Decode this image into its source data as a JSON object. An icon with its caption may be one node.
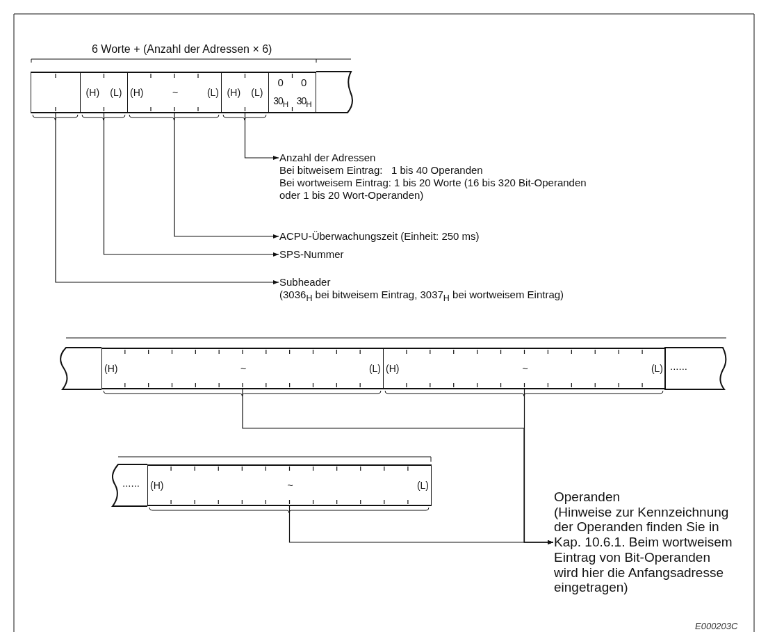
{
  "diagram": {
    "nodes": [
      {
        "text": [],
        "shape": "box"
      },
      {
        "text": [
          "(H)",
          "(L)"
        ]
      },
      {
        "text": [
          "(H)",
          "~",
          "(L)"
        ]
      },
      {
        "text": [
          "(H)",
          "(L)"
        ]
      },
      {
        "text": [
          "0",
          "0",
          "30$_{H}$",
          "30$_{H}$"
        ]
      },
      {
        "text": [
          "Anzahl der Adressen",
          "Bei bitweisem Eintrag:   1 bis 40 Operanden",
          "Bei wortweisem Eintrag: 1 bis 20 Worte (16 bis 320 Bit-Operanden oder 1 bis 20 Wort-Operanden)"
        ]
      },
      {
        "text": [
          "ACPU-Überwachungszeit (Einheit: 250 ms)"
        ]
      },
      {
        "text": [
          "SPS-Nummer"
        ]
      },
      {
        "text": [
          "Subheader",
          "(3036$_{H}$ bei bitweisem Eintrag, 3037$_{H}$ bei wortweisem Eintrag)"
        ]
      },
      {
        "text": [
          "(H)",
          "~",
          "(L)"
        ]
      },
      {
        "text": [
          "(H)",
          "~",
          "(L)"
        ]
      },
      {
        "text": [
          "(H)",
          "~",
          "(L)"
        ]
      },
      {
        "text": [
          "Operanden",
          "(Hinweise zur Kennzeichnung der Operanden finden Sie in Kap. 10.6.1. Beim wortweisem Eintrag von Bit-Operanden wird hier die Anfangsadresse eingetragen)"
        ]
      }
    ],
    "edges": [
      {
        "from": 3,
        "to": 5,
        "arrow": "to"
      },
      {
        "from": 2,
        "to": 6,
        "arrow": "to"
      },
      {
        "from": 1,
        "to": 7,
        "arrow": "to"
      },
      {
        "from": 0,
        "to": 8,
        "arrow": "to"
      },
      {
        "from": 9,
        "to": 12,
        "arrow": "to"
      },
      {
        "from": 10,
        "to": 12,
        "arrow": "to"
      },
      {
        "from": 11,
        "to": 12,
        "arrow": "to"
      }
    ],
    "labels": [
      "6 Worte + (Anzahl der Adressen × 6)",
      "......",
      "......",
      "E000203C"
    ]
  }
}
